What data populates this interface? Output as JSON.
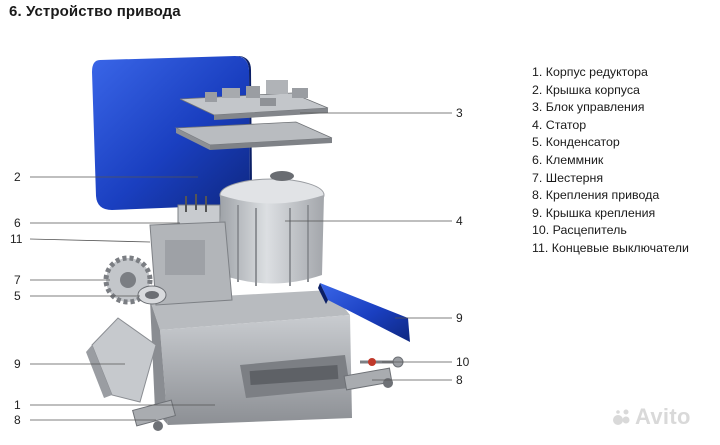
{
  "title": "6. Устройство привода",
  "legend": [
    "1. Корпус редуктора",
    "2. Крышка корпуса",
    "3. Блок управления",
    "4. Статор",
    "5. Конденсатор",
    "6. Клеммник",
    "7. Шестерня",
    "8. Крепления привода",
    "9. Крышка крепления",
    "10. Расцепитель",
    "11. Концевые выключатели"
  ],
  "callouts": {
    "c2": "2",
    "c6": "6",
    "c11": "11",
    "c7": "7",
    "c5": "5",
    "c9l": "9",
    "c1": "1",
    "c8l": "8",
    "c3": "3",
    "c4": "4",
    "c9r": "9",
    "c10": "10",
    "c8r": "8"
  },
  "watermark": "Avito",
  "colors": {
    "cover_blue": "#1a3fc0",
    "body_grey": "#a9acb0",
    "text": "#1a1a1a"
  }
}
